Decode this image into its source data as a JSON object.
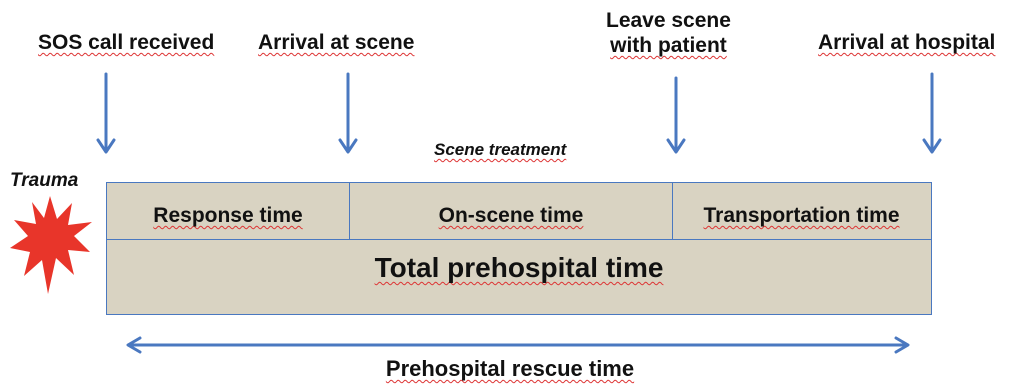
{
  "events": {
    "sos": "SOS call received",
    "arrival_scene": "Arrival at scene",
    "leave_scene_line1": "Leave scene",
    "leave_scene_line2": "with patient",
    "arrival_hospital": "Arrival at hospital"
  },
  "trauma_label": "Trauma",
  "scene_treatment": "Scene treatment",
  "phases": {
    "response": "Response time",
    "onscene": "On-scene time",
    "transport": "Transportation time"
  },
  "total": "Total prehospital time",
  "bottom": "Prehospital rescue time",
  "colors": {
    "arrow": "#4a78c0",
    "box_fill": "#d9d3c2",
    "starburst": "#e8352a",
    "squiggle": "#d33"
  }
}
